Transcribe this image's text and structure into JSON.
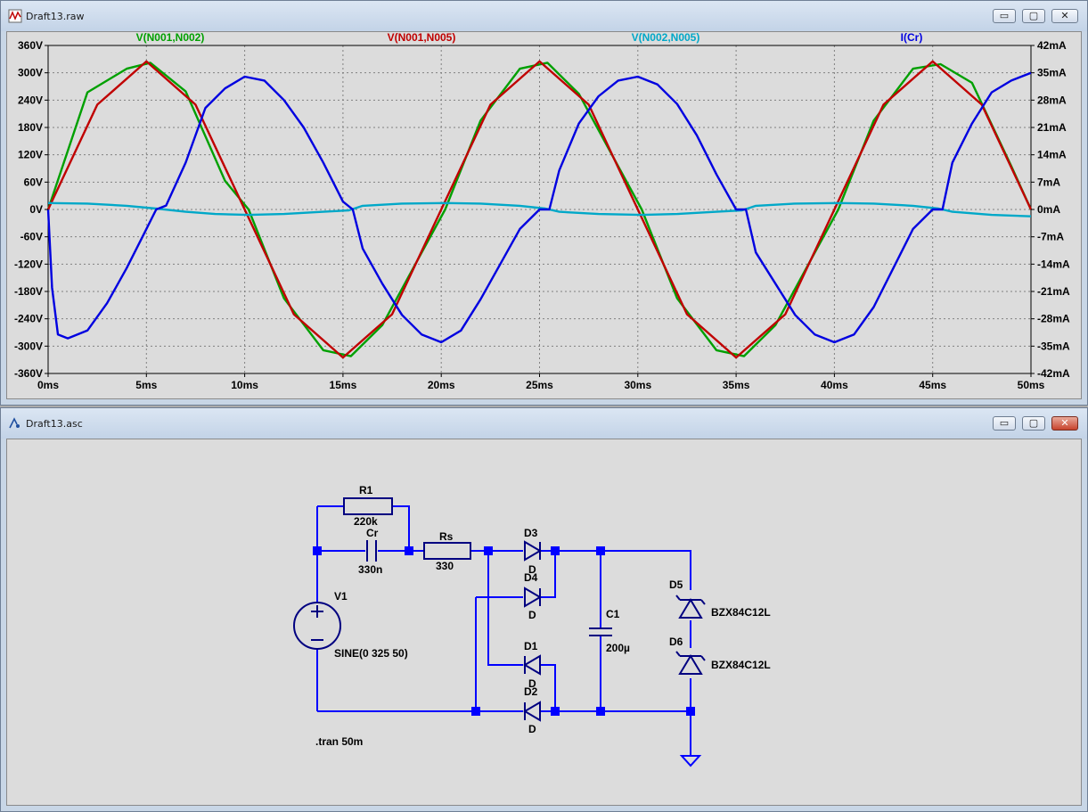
{
  "windows": {
    "raw": {
      "title": "Draft13.raw",
      "icon": "waveform-icon"
    },
    "asc": {
      "title": "Draft13.asc",
      "icon": "schematic-icon"
    },
    "controls": {
      "minimize": "▭",
      "maximize": "▢",
      "close": "✕"
    }
  },
  "chart_data": {
    "type": "line",
    "xlabel": "",
    "x_ticks": [
      "0ms",
      "5ms",
      "10ms",
      "15ms",
      "20ms",
      "25ms",
      "30ms",
      "35ms",
      "40ms",
      "45ms",
      "50ms"
    ],
    "xlim": [
      0,
      50
    ],
    "left_axis": {
      "ticks": [
        "360V",
        "300V",
        "240V",
        "180V",
        "120V",
        "60V",
        "0V",
        "-60V",
        "-120V",
        "-180V",
        "-240V",
        "-300V",
        "-360V"
      ],
      "ylim": [
        -360,
        360
      ]
    },
    "right_axis": {
      "ticks": [
        "42mA",
        "35mA",
        "28mA",
        "21mA",
        "14mA",
        "7mA",
        "0mA",
        "-7mA",
        "-14mA",
        "-21mA",
        "-28mA",
        "-35mA",
        "-42mA"
      ],
      "ylim": [
        -42,
        42
      ]
    },
    "grid": true,
    "series": [
      {
        "name": "V(N001,N002)",
        "color": "#00a000",
        "axis": "left",
        "x": [
          0,
          2,
          4,
          5.2,
          7,
          9,
          10.2,
          12,
          14,
          15.4,
          17,
          19,
          20.2,
          22,
          24,
          25.4,
          27,
          29,
          30.2,
          32,
          34,
          35.4,
          37,
          39,
          40.2,
          42,
          44,
          45.4,
          47,
          49,
          50
        ],
        "y": [
          0,
          257,
          309,
          322,
          259,
          63,
          0,
          -195,
          -309,
          -322,
          -254,
          -95,
          0,
          195,
          309,
          322,
          254,
          95,
          0,
          -195,
          -309,
          -322,
          -254,
          -95,
          0,
          195,
          309,
          319,
          278,
          95,
          0
        ]
      },
      {
        "name": "V(N001,N005)",
        "color": "#c00000",
        "axis": "left",
        "x": [
          0,
          2.5,
          5,
          7.5,
          10,
          12.5,
          15,
          17.5,
          20,
          22.5,
          25,
          27.5,
          30,
          32.5,
          35,
          37.5,
          40,
          42.5,
          45,
          47.5,
          50
        ],
        "y": [
          0,
          230,
          325,
          230,
          0,
          -230,
          -325,
          -230,
          0,
          230,
          325,
          230,
          0,
          -230,
          -325,
          -230,
          0,
          230,
          325,
          230,
          0
        ]
      },
      {
        "name": "V(N002,N005)",
        "color": "#00a8c8",
        "axis": "left",
        "x": [
          0,
          2,
          4,
          5.5,
          7,
          8.5,
          10.2,
          12,
          14,
          15.3,
          16,
          18,
          20.2,
          22,
          24,
          25.3,
          26,
          28,
          30.2,
          32,
          34,
          35.3,
          36,
          38,
          40.2,
          42,
          44,
          45.3,
          46,
          48,
          50
        ],
        "y": [
          14,
          13,
          8,
          2,
          -5,
          -10,
          -12,
          -10,
          -5,
          -2,
          8,
          13,
          14,
          13,
          8,
          2,
          -5,
          -10,
          -12,
          -10,
          -5,
          -2,
          8,
          13,
          14,
          13,
          8,
          2,
          -5,
          -12,
          -15
        ]
      },
      {
        "name": "I(Cr)",
        "color": "#0000e0",
        "axis": "right",
        "x": [
          0,
          0.2,
          0.5,
          1,
          2,
          3,
          4,
          5,
          5.5,
          6,
          7,
          8,
          9,
          10,
          11,
          12,
          13,
          14,
          15,
          15.5,
          16,
          17,
          18,
          19,
          20,
          21,
          22,
          23,
          24,
          25,
          25.5,
          26,
          27,
          28,
          29,
          30,
          31,
          32,
          33,
          34,
          35,
          35.5,
          36,
          37,
          38,
          39,
          40,
          41,
          42,
          43,
          44,
          45,
          45.5,
          46,
          47,
          48,
          49,
          50
        ],
        "y": [
          0,
          -20,
          -32,
          -33,
          -31,
          -24,
          -15,
          -5,
          0,
          1,
          12,
          26,
          31,
          34,
          33,
          28,
          21,
          12,
          2,
          0,
          -10,
          -19,
          -27,
          -32,
          -34,
          -31,
          -23,
          -14,
          -5,
          0,
          0,
          10,
          22,
          29,
          33,
          34,
          32,
          27,
          19,
          9,
          0,
          0,
          -11,
          -19,
          -27,
          -32,
          -34,
          -32,
          -25,
          -15,
          -5,
          0,
          0,
          12,
          22,
          30,
          33,
          35
        ]
      }
    ]
  },
  "schematic": {
    "components": {
      "r1": {
        "name": "R1",
        "value": "220k"
      },
      "cr": {
        "name": "Cr",
        "value": "330n"
      },
      "rs": {
        "name": "Rs",
        "value": "330"
      },
      "v1": {
        "name": "V1",
        "value": "SINE(0 325 50)"
      },
      "d1": {
        "name": "D1",
        "value": "D"
      },
      "d2": {
        "name": "D2",
        "value": "D"
      },
      "d3": {
        "name": "D3",
        "value": "D"
      },
      "d4": {
        "name": "D4",
        "value": "D"
      },
      "c1": {
        "name": "C1",
        "value": "200µ"
      },
      "d5": {
        "name": "D5",
        "value": "BZX84C12L"
      },
      "d6": {
        "name": "D6",
        "value": "BZX84C12L"
      }
    },
    "directive": ".tran 50m",
    "wire_color": "#0000ff",
    "component_color": "#000080"
  }
}
